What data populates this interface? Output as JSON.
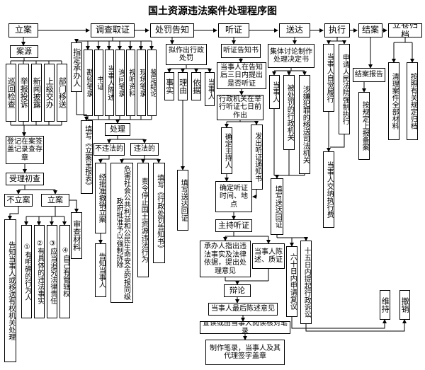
{
  "title": "国土资源违法案件处理程序图",
  "stages": [
    "立案",
    "调查取证",
    "处罚告知",
    "听证",
    "送达",
    "执行",
    "结案",
    "立卷归档"
  ],
  "filing": {
    "source": "案源",
    "channels": [
      "巡回检查",
      "举报投诉",
      "新闻披露",
      "上级交办",
      "部门移送"
    ],
    "register": "登记在案签盖记录查存章",
    "initial_review": "受理初查",
    "no_filing": "不立案",
    "do_filing": "立案",
    "notify_or_transfer": "告知当事人或移送有权机关处理",
    "conditions": [
      "①有明确的行为人",
      "②有具体的违法事实",
      "③应当追究法律责任",
      "④自己有管辖权"
    ],
    "review_material": "审查材料"
  },
  "investigation": {
    "assign": "指定承办人",
    "evidence": [
      "勘验笔录",
      "书证",
      "当事人陈述",
      "询问笔录",
      "视听资料",
      "现场笔录",
      "鉴定结论"
    ],
    "fill_form": "填写《立案呈报表》",
    "handle": "处理",
    "not_illegal": "不违法的",
    "illegal": "违法的",
    "revoke_filing": "经批准撤销立案",
    "notify_party": "告知当事人",
    "demolish": "危害社会公共利益和公民生命安全的报同级政府批准予以强制拆除",
    "order_stop": "责令停止国土资源违法行为",
    "fill_notice": "填写《行政处罚告知书》"
  },
  "penalty_notice": {
    "propose": "拟作出行政处罚",
    "items": [
      "事实",
      "理由",
      "依据",
      "当事人"
    ],
    "fill_receipt": "填写送达回证"
  },
  "hearing": {
    "notice_doc": "听证告知书",
    "party_3days": "当事人在告知后三日内提出是否听证",
    "agency_7days": "行政机关在举行听证七日前作出",
    "set_host": "确定主持人",
    "issue_notice": "发出听证通知书",
    "set_time_place": "确定听证时间、地点",
    "host_hearing": "主持听证",
    "undertaker_statement": "承办人指出违法事实及法律依据，提出处理意见",
    "party_statement": "当事人陈述、质证",
    "debate": "辩论",
    "final_statement": "当事人最后陈述意见",
    "read_record": "宣读或由当事人阅读核对笔录",
    "make_record": "制作笔录，当事人及其代理签字盖章"
  },
  "delivery": {
    "collective": "集体讨论制作处理决定书",
    "party": "当事人",
    "punished_agency": "被处罚的行政机关",
    "transfer_judicial": "涉嫌犯罪的移送司法机关",
    "fill_receipt": "填写送达回证",
    "review_60days": "六十日内申请复议",
    "sue_15days": "十五日内提起行政诉讼",
    "uphold": "维持",
    "revoke": "撤销"
  },
  "execution": {
    "voluntary": "当事人自觉履行",
    "court_enforce": "申请人民法院强制执行",
    "pay_fee": "当事人交纳执行费"
  },
  "closing": {
    "report": "结案报告",
    "report_up": "按规定上报备案"
  },
  "archive": {
    "clean_materials": "清理案件全部材料",
    "archive_rule": "按照有关规定归档"
  }
}
